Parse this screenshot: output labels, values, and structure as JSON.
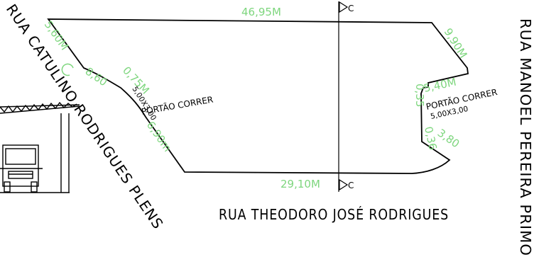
{
  "streets": {
    "south": "RUA THEODORO JOSÉ RODRIGUES",
    "west": "RUA CATULINO RODRIGUES PLENS",
    "east": "RUA MANOEL PEREIRA PRIMO"
  },
  "section_markers": {
    "top": "C",
    "bottom": "C"
  },
  "dimensions": {
    "top_edge": "46,95M",
    "bottom_edge": "29,10M",
    "west_upper": "5,60M",
    "west_mid": "8,60",
    "west_gate_offset": "0,75M",
    "west_lower": "6,90m",
    "east_upper": "9,90M",
    "east_mid": "5,40M",
    "east_offset": "0,35",
    "east_lower": "0,36",
    "east_corner": "3,80"
  },
  "gates": {
    "west": {
      "label": "PORTÃO CORRER",
      "size": "5,00X3,00"
    },
    "east": {
      "label": "PORTÃO CORRER",
      "size": "5,00X3,00"
    }
  },
  "colors": {
    "line": "#000000",
    "dimension_text": "#7ed67e"
  }
}
